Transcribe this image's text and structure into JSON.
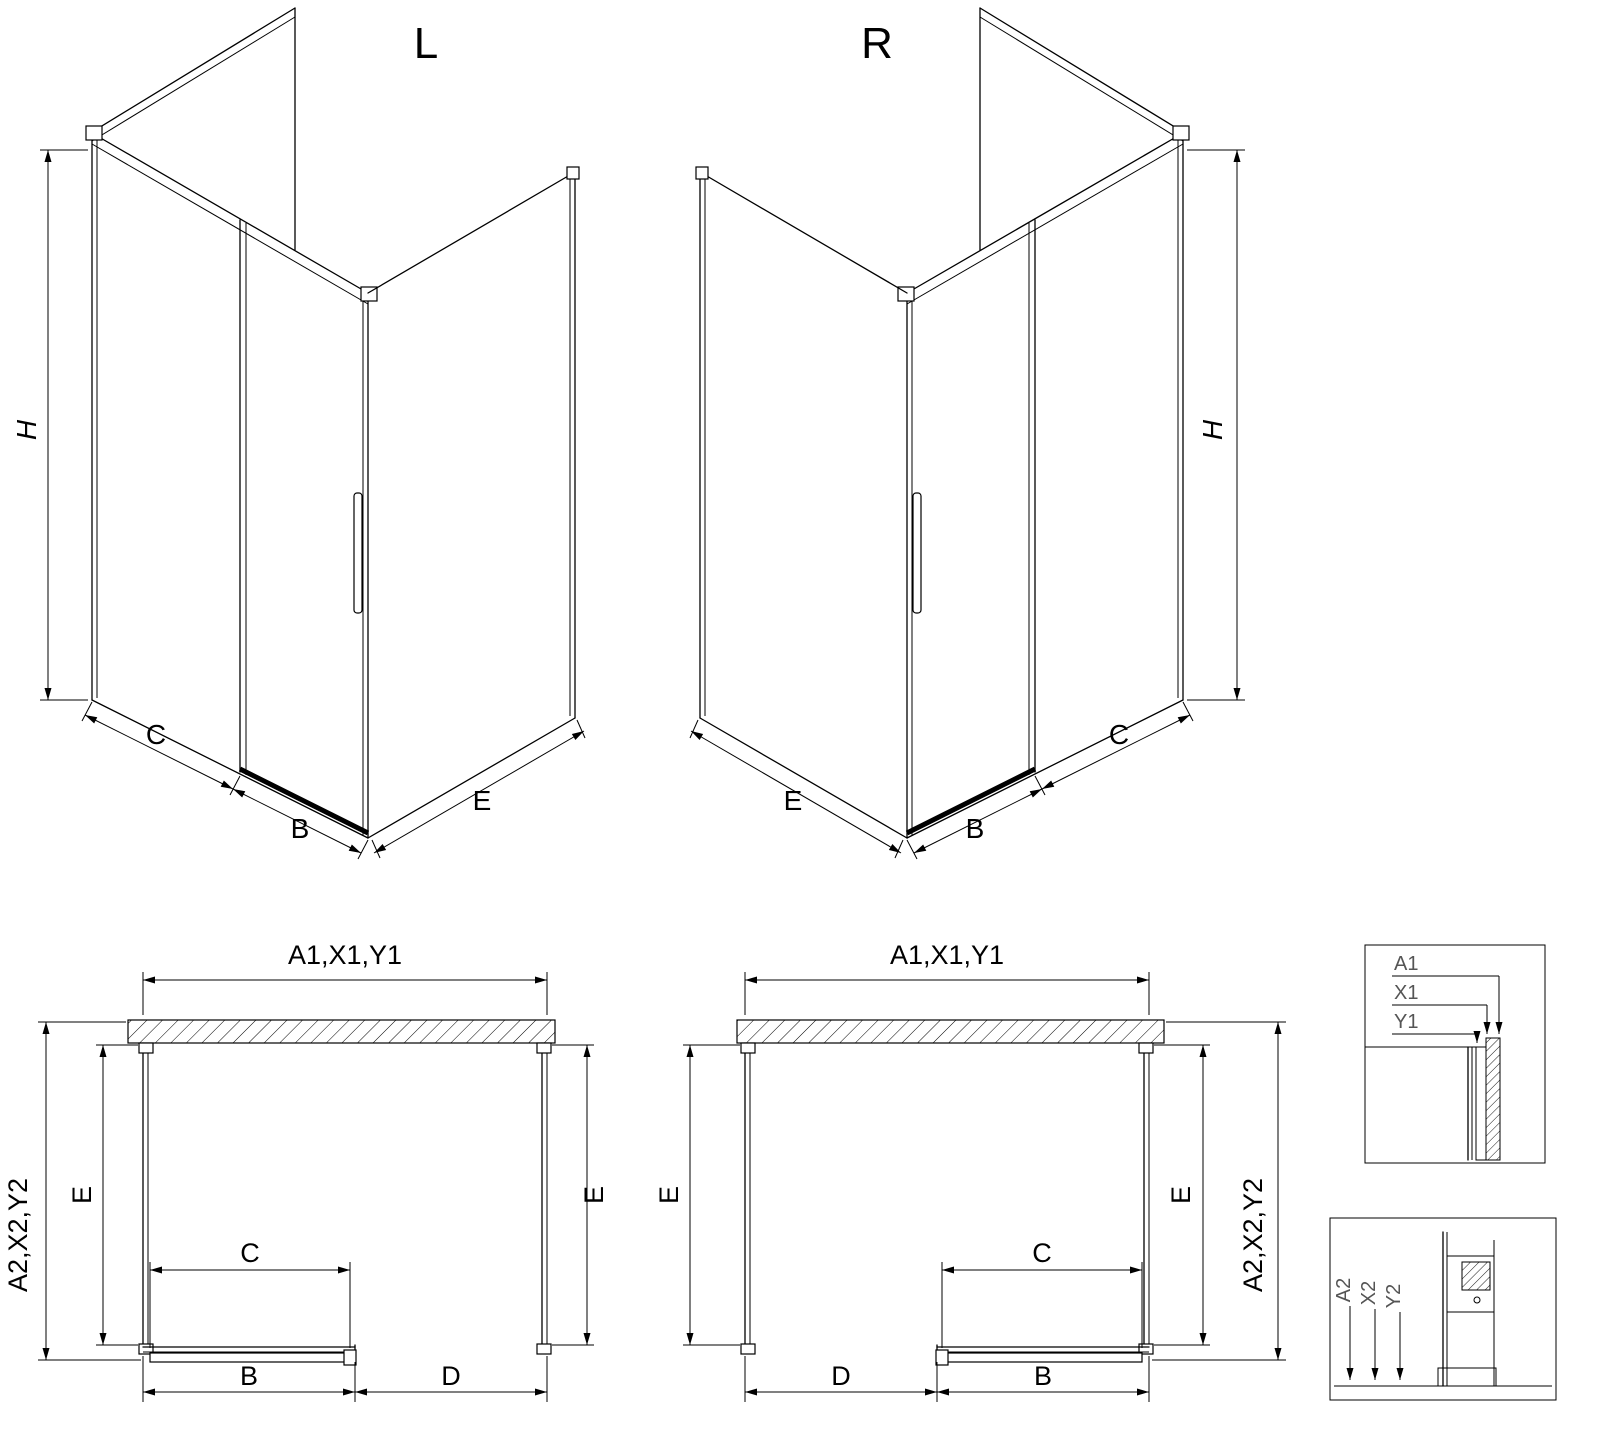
{
  "colors": {
    "line": "#000000",
    "background": "#ffffff",
    "detail_label": "#555555"
  },
  "iso_left": {
    "title": "L",
    "dim_h": "H",
    "dim_c": "C",
    "dim_b": "B",
    "dim_e": "E"
  },
  "iso_right": {
    "title": "R",
    "dim_h": "H",
    "dim_c": "C",
    "dim_b": "B",
    "dim_e": "E"
  },
  "plan_left": {
    "dim_width_top": "A1,X1,Y1",
    "dim_depth_outer": "A2,X2,Y2",
    "dim_side_left": "E",
    "dim_side_right": "E",
    "dim_door_glass": "C",
    "dim_door": "B",
    "dim_opening": "D"
  },
  "plan_right": {
    "dim_width_top": "A1,X1,Y1",
    "dim_depth_outer": "A2,X2,Y2",
    "dim_side_left": "E",
    "dim_side_right": "E",
    "dim_door_glass": "C",
    "dim_door": "B",
    "dim_opening": "D"
  },
  "detail_top": {
    "labels": [
      "A1",
      "X1",
      "Y1"
    ]
  },
  "detail_bottom": {
    "labels": [
      "A2",
      "X2",
      "Y2"
    ]
  }
}
